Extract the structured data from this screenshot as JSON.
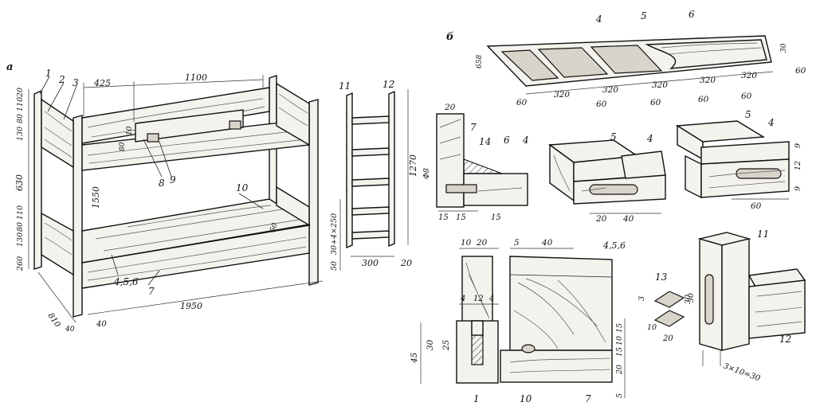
{
  "views": {
    "a": "а",
    "b": "б"
  },
  "bed": {
    "parts": [
      "1",
      "2",
      "3",
      "8",
      "9",
      "10",
      "4,5,6",
      "7"
    ],
    "dims": {
      "top_len": "1100",
      "top_off": "425",
      "length": "1950",
      "width": "810",
      "height": "1550",
      "post": "40",
      "post2": "40",
      "sec_a": "20",
      "sec_b": "110",
      "sec_c": "80",
      "sec_d": "130",
      "mid": "630",
      "low_a": "110",
      "low_b": "80",
      "low_c": "130",
      "foot": "260",
      "back_a": "10",
      "back_b": "80",
      "shelf": "50"
    }
  },
  "ladder": {
    "parts": [
      "11",
      "12"
    ],
    "dims": {
      "height": "1270",
      "step": "30+4×250",
      "base": "50",
      "width": "300",
      "rail": "20"
    }
  },
  "frame": {
    "parts": [
      "4",
      "5",
      "6"
    ],
    "dims": {
      "d1": "60",
      "d2": "320",
      "d3": "60",
      "d4": "320",
      "d5": "60",
      "d6": "320",
      "d7": "60",
      "d8": "320",
      "d9": "60",
      "d10": "320",
      "d11": "60",
      "d12": "30",
      "d13": "60",
      "width": "658"
    }
  },
  "joint_corner": {
    "parts": [
      "7",
      "14",
      "6",
      "4"
    ],
    "dims": {
      "top": "20",
      "dia": "Ф8",
      "a": "15",
      "b": "15",
      "c": "15"
    }
  },
  "joint_block1": {
    "parts": [
      "5",
      "4"
    ],
    "dims": {
      "a": "20",
      "b": "40"
    }
  },
  "joint_block2": {
    "parts": [
      "5",
      "4"
    ],
    "dims": {
      "a": "9",
      "b": "12",
      "c": "9",
      "d": "60"
    }
  },
  "section_big": {
    "parts": [
      "1",
      "10",
      "7",
      "4,5,6"
    ],
    "dims": {
      "t1": "10",
      "t2": "20",
      "w": "40",
      "w2": "5",
      "m1": "4",
      "m2": "12",
      "m3": "4",
      "h1": "45",
      "h2": "30",
      "h3": "25",
      "r1": "15",
      "r2": "10",
      "r3": "15",
      "r4": "20",
      "r5": "5"
    }
  },
  "dowels": {
    "parts": [
      "13"
    ],
    "dims": {
      "a": "3",
      "b": "30",
      "c": "10",
      "d": "20"
    }
  },
  "post_joint": {
    "parts": [
      "11",
      "12"
    ],
    "dims": {
      "a": "30",
      "b": "3×10=30"
    }
  }
}
